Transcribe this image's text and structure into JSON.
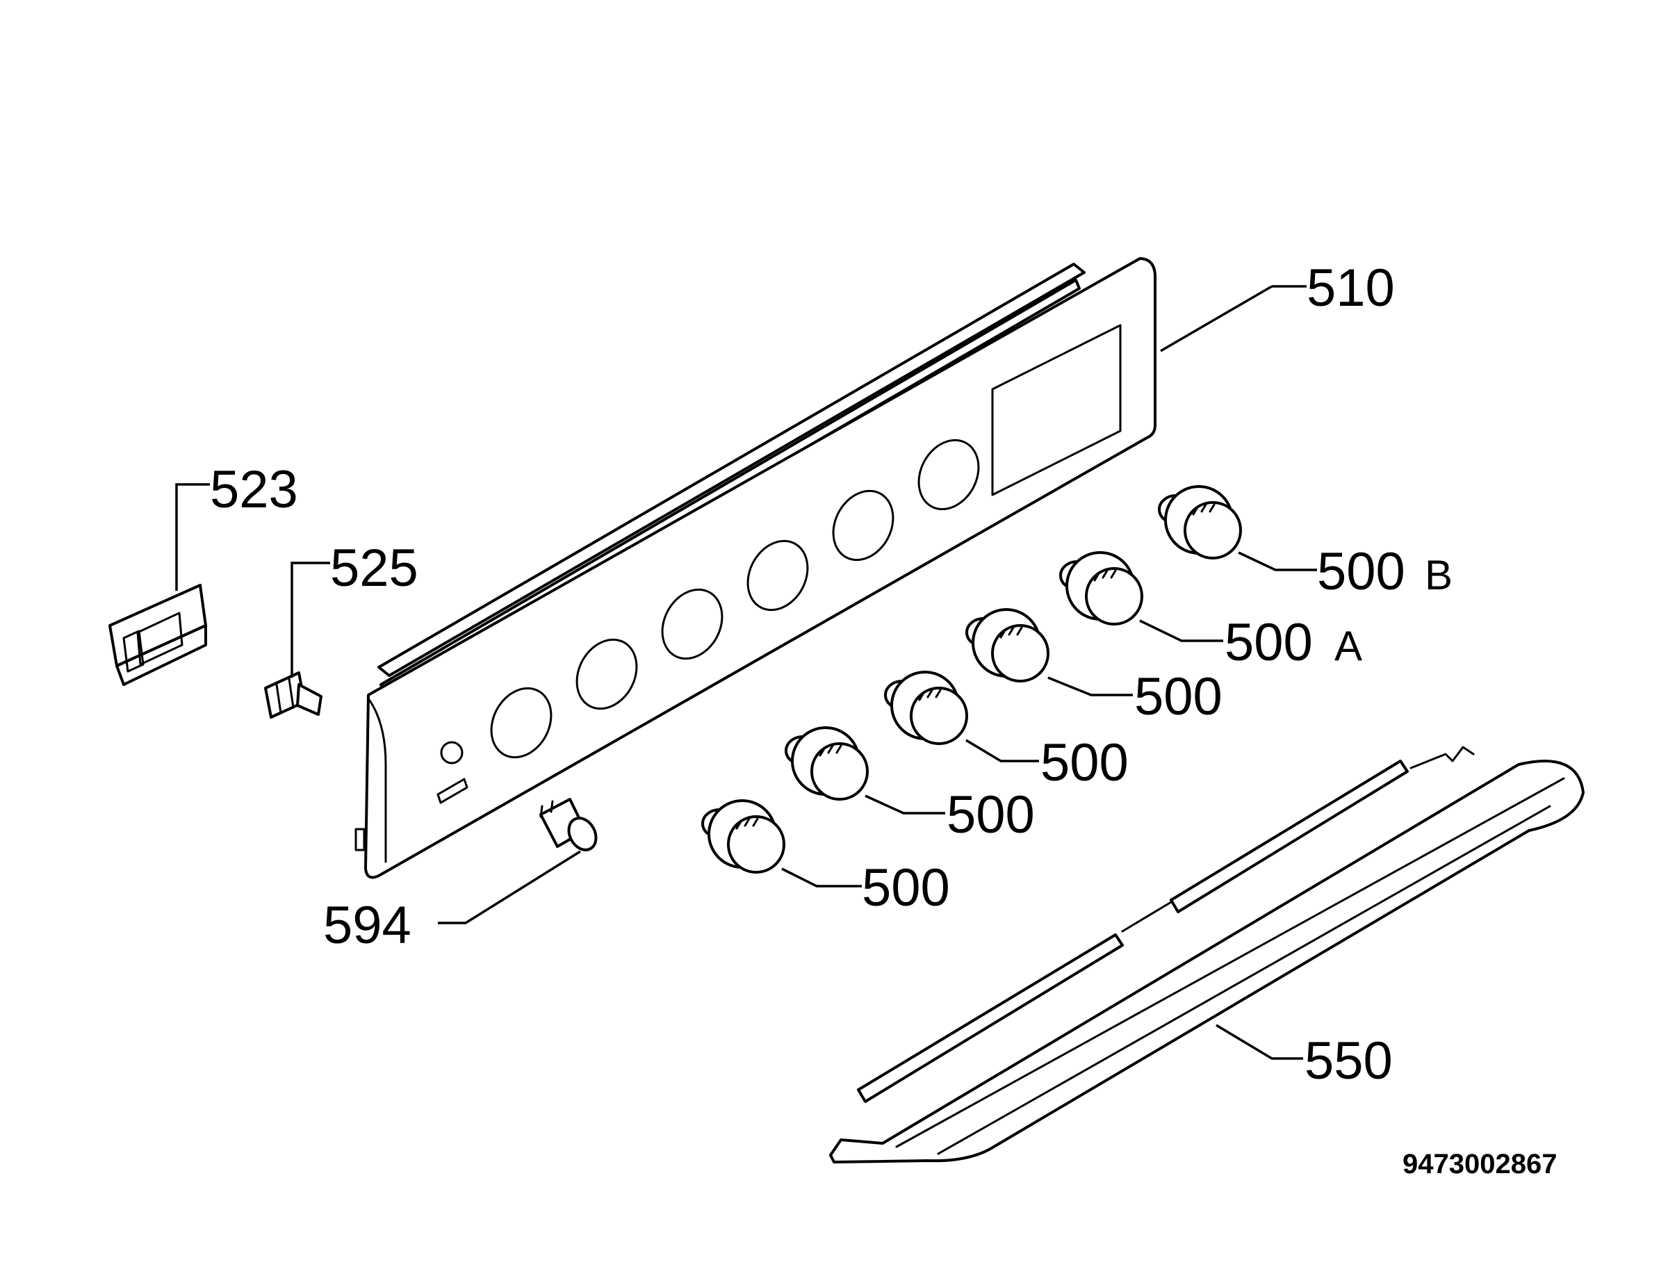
{
  "callouts": {
    "fascia_panel": "510",
    "switch_bezel": "523",
    "switch_clip": "525",
    "indicator_lens": "594",
    "knob_1": "500",
    "knob_2": "500",
    "knob_3": "500",
    "knob_4": "500",
    "knob_5_number": "500",
    "knob_5_suffix": "A",
    "knob_6_number": "500",
    "knob_6_suffix": "B",
    "trim_strip": "550"
  },
  "document_number": "9473002867",
  "colors": {
    "line": "#000000",
    "background": "#ffffff"
  }
}
